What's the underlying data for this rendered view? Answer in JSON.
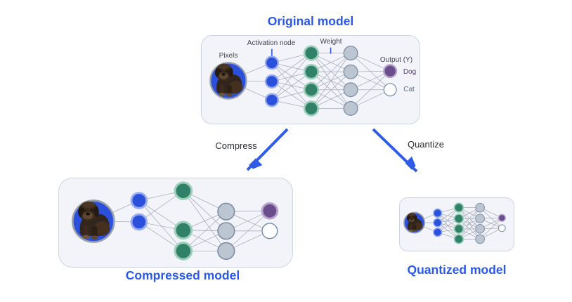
{
  "titles": {
    "original": "Original model",
    "compressed": "Compressed model",
    "quantized": "Quantized model"
  },
  "labels": {
    "pixels": "Pixels",
    "activation_node": "Activation node",
    "weight": "Weight",
    "output_y": "Output (Y)",
    "dog": "Dog",
    "cat": "Cat"
  },
  "arrows": {
    "compress": "Compress",
    "quantize": "Quantize"
  },
  "colors": {
    "accent-blue": "#2a58e8",
    "arrow-blue": "#2e5be8",
    "panel-bg": "#f2f4f9",
    "panel-border": "#ccd3e2",
    "node-blue": "#2b51dc",
    "halo-blue": "#98abef",
    "node-green": "#318068",
    "halo-green": "#9ecfba",
    "node-gray": "#bcc5d2",
    "border-gray": "#7e8ca2",
    "node-purple": "#6b4d8c",
    "halo-purple": "#b6a4cf",
    "white-node-border": "#7089a6",
    "link-line": "#a8aebb",
    "ring-gray": "#9aa0ab",
    "label-dark": "#3f444d",
    "label-output": "#4a3f5c",
    "label-dog": "#533e66",
    "label-cat": "#5a6d86",
    "label-arrow": "#262b33"
  },
  "networks": {
    "original": {
      "layers": [
        {
          "role": "input-image",
          "count": 1,
          "label": "Pixels"
        },
        {
          "role": "activation-layer",
          "color": "blue",
          "count": 3
        },
        {
          "role": "hidden-layer-1",
          "color": "green",
          "count": 4
        },
        {
          "role": "hidden-layer-2",
          "color": "gray",
          "count": 4
        },
        {
          "role": "output-layer",
          "colors": [
            "purple",
            "white"
          ],
          "count": 2,
          "outputs": [
            "Dog",
            "Cat"
          ]
        }
      ]
    },
    "compressed": {
      "layers": [
        {
          "role": "input-image",
          "count": 1
        },
        {
          "role": "activation-layer",
          "color": "blue",
          "count": 2
        },
        {
          "role": "hidden-layer-1",
          "color": "green",
          "count": 3
        },
        {
          "role": "hidden-layer-2",
          "color": "gray",
          "count": 3
        },
        {
          "role": "output-layer",
          "colors": [
            "purple",
            "white"
          ],
          "count": 2
        }
      ]
    },
    "quantized": {
      "layers": [
        {
          "role": "input-image",
          "count": 1
        },
        {
          "role": "activation-layer",
          "color": "blue",
          "count": 3
        },
        {
          "role": "hidden-layer-1",
          "color": "green",
          "count": 4
        },
        {
          "role": "hidden-layer-2",
          "color": "gray",
          "count": 4
        },
        {
          "role": "output-layer",
          "colors": [
            "purple",
            "white"
          ],
          "count": 2
        }
      ]
    }
  }
}
